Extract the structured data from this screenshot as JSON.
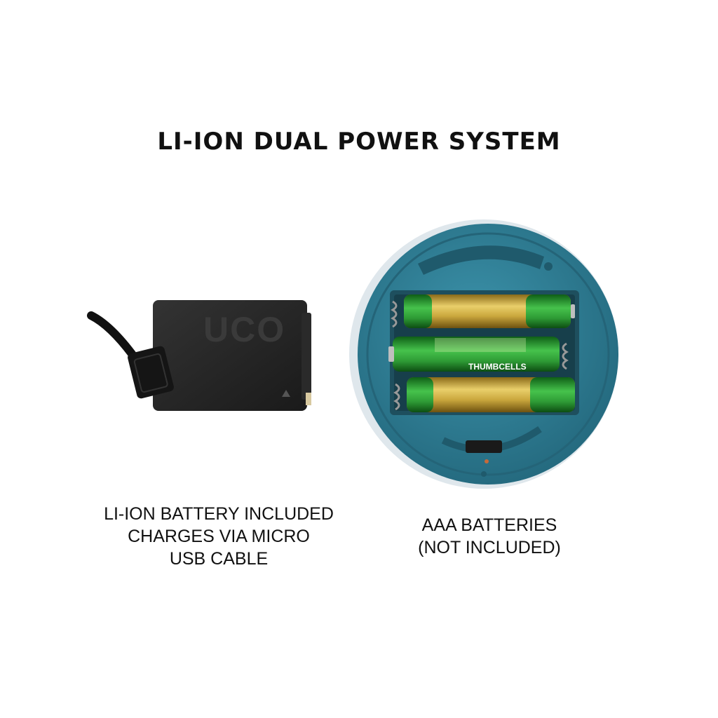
{
  "title": "LI-ION DUAL POWER SYSTEM",
  "left_caption": {
    "lines": [
      "LI-ION BATTERY INCLUDED",
      "CHARGES VIA MICRO",
      "USB CABLE"
    ]
  },
  "right_caption": {
    "lines": [
      "AAA BATTERIES",
      "(NOT INCLUDED)"
    ]
  },
  "battery_pack": {
    "logo": "UCO"
  },
  "aaa_batteries": {
    "count": 3,
    "label": "THUMBCELLS"
  },
  "colors": {
    "housing": "#2f7f97",
    "battery_green": "#2e9b35",
    "battery_gold": "#c9a63c",
    "pack": "#262626"
  }
}
